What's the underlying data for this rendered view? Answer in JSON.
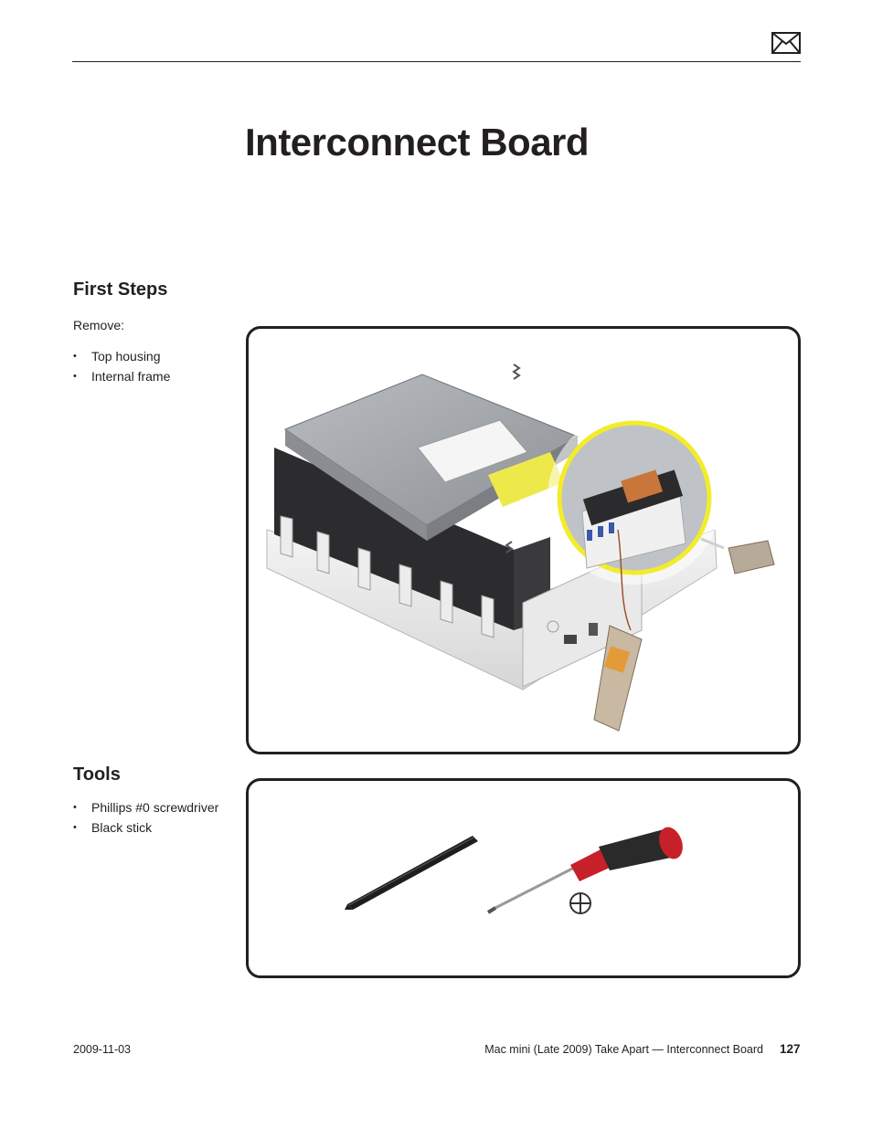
{
  "header": {
    "icon": "mail-icon"
  },
  "page_title": "Interconnect Board",
  "first_steps": {
    "heading": "First Steps",
    "remove_label": "Remove:",
    "items": [
      "Top housing",
      "Internal frame"
    ]
  },
  "tools": {
    "heading": "Tools",
    "items": [
      "Phillips #0 screwdriver",
      "Black stick"
    ]
  },
  "footer": {
    "date": "2009-11-03",
    "document": "Mac mini (Late 2009) Take Apart — Interconnect Board",
    "page_number": "127"
  },
  "colors": {
    "text": "#231f20",
    "callout_highlight": "#f2ec2b",
    "screwdriver_handle": "#c8202a"
  }
}
